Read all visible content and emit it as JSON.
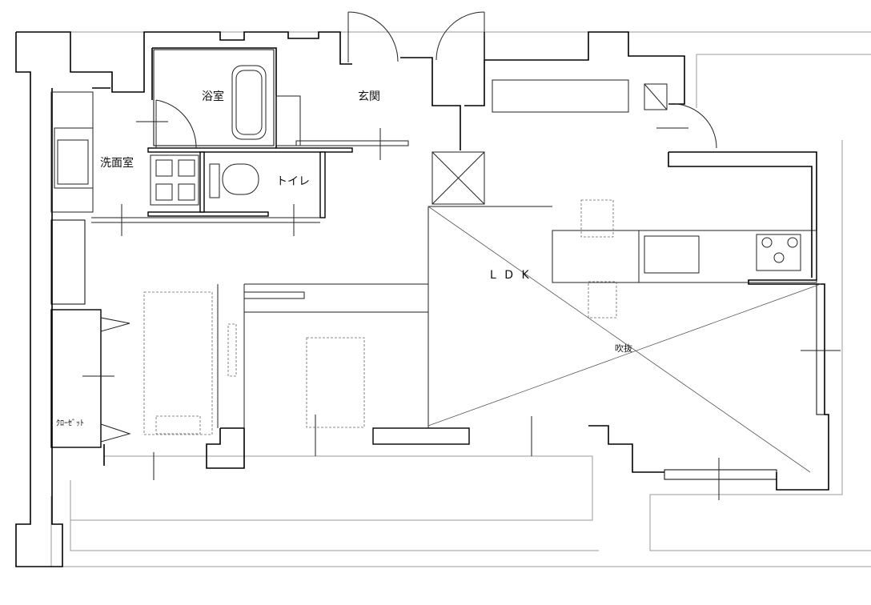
{
  "rooms": {
    "bath": "浴室",
    "entrance": "玄関",
    "washroom": "洗面室",
    "toilet": "トイレ",
    "ldk": "L D K",
    "void": "吹抜",
    "closet": "ｸﾛｰｾﾞｯﾄ"
  },
  "colors": {
    "wall": "#000000",
    "line": "#1a1a1a",
    "thin": "#8a8a8a",
    "background": "#ffffff"
  }
}
